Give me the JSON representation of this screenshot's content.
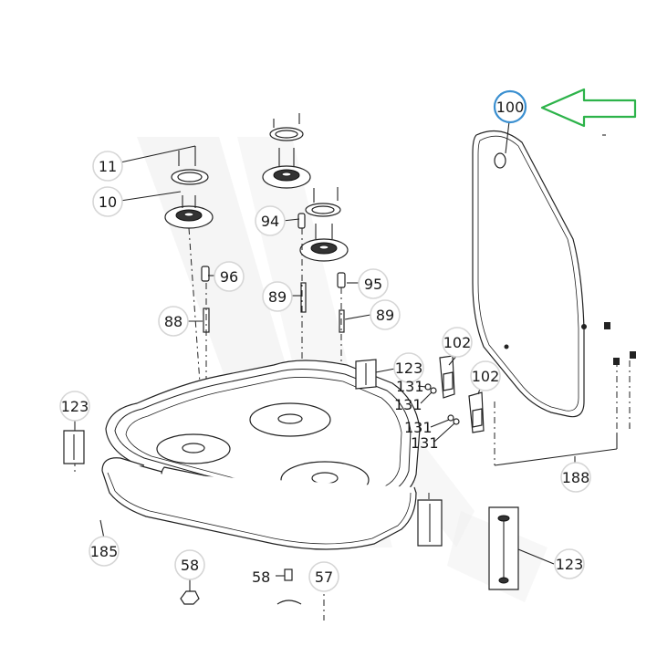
{
  "callouts": {
    "c11": "11",
    "c10": "10",
    "c94": "94",
    "c96": "96",
    "c89a": "89",
    "c95": "95",
    "c88": "88",
    "c89b": "89",
    "c100": "100",
    "c102a": "102",
    "c102b": "102",
    "c123a": "123",
    "c123b": "123",
    "c123c": "123",
    "c131a": "131",
    "c131b": "131",
    "c131c": "131",
    "c131d": "131",
    "c188": "188",
    "c185": "185",
    "c58a": "58",
    "c58b": "58",
    "c57": "57"
  },
  "colors": {
    "highlight_ring": "#3a8fd0",
    "arrow": "#2db34a"
  }
}
